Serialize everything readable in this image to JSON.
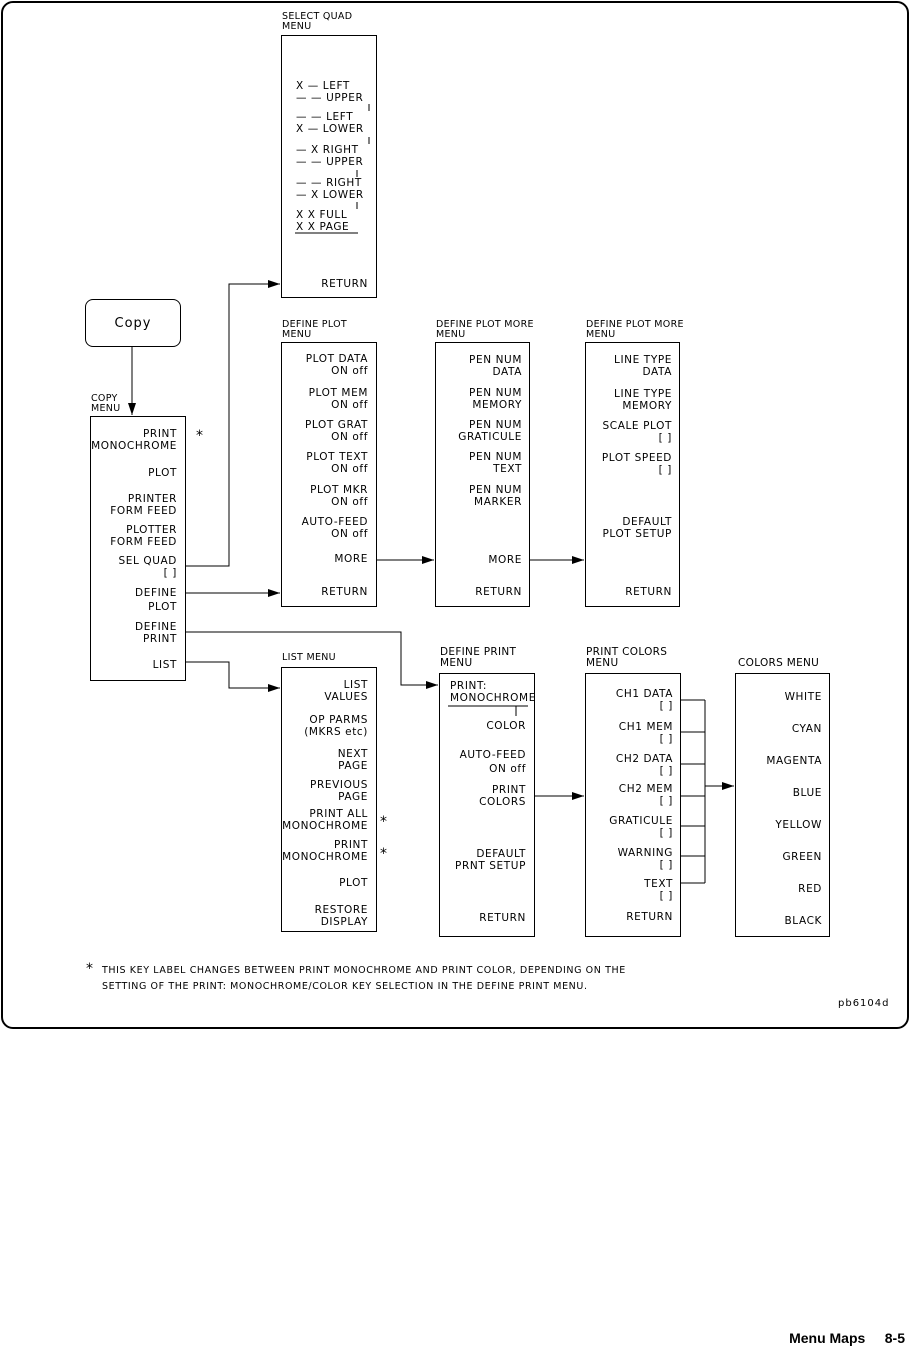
{
  "copy_key": "Copy",
  "copy_menu": {
    "title": [
      "COPY",
      "MENU"
    ],
    "items": [
      [
        "PRINT",
        "MONOCHROME"
      ],
      [
        "PLOT"
      ],
      [
        "PRINTER",
        "FORM FEED"
      ],
      [
        "PLOTTER",
        "FORM FEED"
      ],
      [
        "SEL QUAD",
        "[ ]"
      ],
      [
        "DEFINE",
        "PLOT"
      ],
      [
        "DEFINE",
        "PRINT"
      ],
      [
        "LIST"
      ]
    ]
  },
  "select_quad_menu": {
    "title": [
      "SELECT QUAD",
      "MENU"
    ],
    "items": [
      "X — LEFT",
      "— — UPPER",
      "— — LEFT",
      "X — LOWER",
      "— X RIGHT",
      "— — UPPER",
      "— — RIGHT",
      "— X LOWER",
      "X X FULL",
      "X X PAGE"
    ],
    "return": "RETURN"
  },
  "define_plot_menu": {
    "title": [
      "DEFINE PLOT",
      "MENU"
    ],
    "items": [
      [
        "PLOT DATA",
        "ON off"
      ],
      [
        "PLOT MEM",
        "ON off"
      ],
      [
        "PLOT GRAT",
        "ON off"
      ],
      [
        "PLOT TEXT",
        "ON off"
      ],
      [
        "PLOT MKR",
        "ON off"
      ],
      [
        "AUTO-FEED",
        "ON off"
      ],
      [
        "MORE"
      ],
      [
        "RETURN"
      ]
    ]
  },
  "define_plot_more_menu_1": {
    "title": [
      "DEFINE PLOT MORE",
      "MENU"
    ],
    "items": [
      [
        "PEN NUM",
        "DATA"
      ],
      [
        "PEN NUM",
        "MEMORY"
      ],
      [
        "PEN NUM",
        "GRATICULE"
      ],
      [
        "PEN NUM",
        "TEXT"
      ],
      [
        "PEN NUM",
        "MARKER"
      ],
      [
        "MORE"
      ],
      [
        "RETURN"
      ]
    ]
  },
  "define_plot_more_menu_2": {
    "title": [
      "DEFINE PLOT MORE",
      "MENU"
    ],
    "items": [
      [
        "LINE TYPE",
        "DATA"
      ],
      [
        "LINE TYPE",
        "MEMORY"
      ],
      [
        "SCALE PLOT",
        "[ ]"
      ],
      [
        "PLOT SPEED",
        "[ ]"
      ],
      [
        "DEFAULT",
        "PLOT SETUP"
      ],
      [
        "RETURN"
      ]
    ]
  },
  "list_menu": {
    "title": "LIST MENU",
    "items": [
      [
        "LIST",
        "VALUES"
      ],
      [
        "OP PARMS",
        "(MKRS etc)"
      ],
      [
        "NEXT",
        "PAGE"
      ],
      [
        "PREVIOUS",
        "PAGE"
      ],
      [
        "PRINT ALL",
        "MONOCHROME"
      ],
      [
        "PRINT",
        "MONOCHROME"
      ],
      [
        "PLOT"
      ],
      [
        "RESTORE",
        "DISPLAY"
      ]
    ]
  },
  "define_print_menu": {
    "title": [
      "DEFINE PRINT",
      "MENU"
    ],
    "items": [
      [
        "PRINT:",
        "MONOCHROME",
        "COLOR"
      ],
      [
        "AUTO-FEED",
        "ON off"
      ],
      [
        "PRINT",
        "COLORS"
      ],
      [
        "DEFAULT",
        "PRNT SETUP"
      ],
      [
        "RETURN"
      ]
    ]
  },
  "print_colors_menu": {
    "title": [
      "PRINT COLORS",
      "MENU"
    ],
    "items": [
      [
        "CH1 DATA",
        "[ ]"
      ],
      [
        "CH1 MEM",
        "[ ]"
      ],
      [
        "CH2 DATA",
        "[ ]"
      ],
      [
        "CH2 MEM",
        "[ ]"
      ],
      [
        "GRATICULE",
        "[ ]"
      ],
      [
        "WARNING",
        "[ ]"
      ],
      [
        "TEXT",
        "[ ]"
      ],
      [
        "RETURN"
      ]
    ]
  },
  "colors_menu": {
    "title": "COLORS MENU",
    "items": [
      "WHITE",
      "CYAN",
      "MAGENTA",
      "BLUE",
      "YELLOW",
      "GREEN",
      "RED",
      "BLACK"
    ]
  },
  "asterisk": "*",
  "footnote": [
    "THIS KEY LABEL CHANGES BETWEEN PRINT MONOCHROME AND PRINT COLOR, DEPENDING ON THE",
    "SETTING OF THE PRINT: MONOCHROME/COLOR KEY SELECTION IN THE DEFINE PRINT MENU."
  ],
  "figure_id": "pb6104d",
  "page_footer": "Menu Maps     8-5"
}
